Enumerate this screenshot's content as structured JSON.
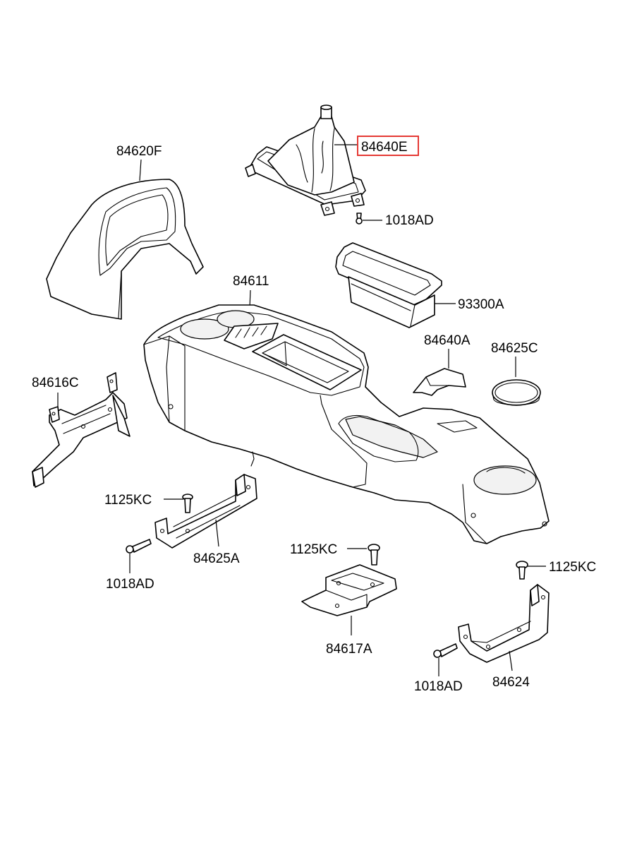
{
  "highlight_color": "#e53935",
  "labels": {
    "p84640E": "84640E",
    "p1018AD_top": "1018AD",
    "p84620F": "84620F",
    "p93300A": "93300A",
    "p84611": "84611",
    "p84640A": "84640A",
    "p84625C": "84625C",
    "p84616C": "84616C",
    "p1125KC_left": "1125KC",
    "p1018AD_left": "1018AD",
    "p84625A": "84625A",
    "p1125KC_mid": "1125KC",
    "p84617A": "84617A",
    "p1125KC_right": "1125KC",
    "p1018AD_right": "1018AD",
    "p84624": "84624"
  }
}
